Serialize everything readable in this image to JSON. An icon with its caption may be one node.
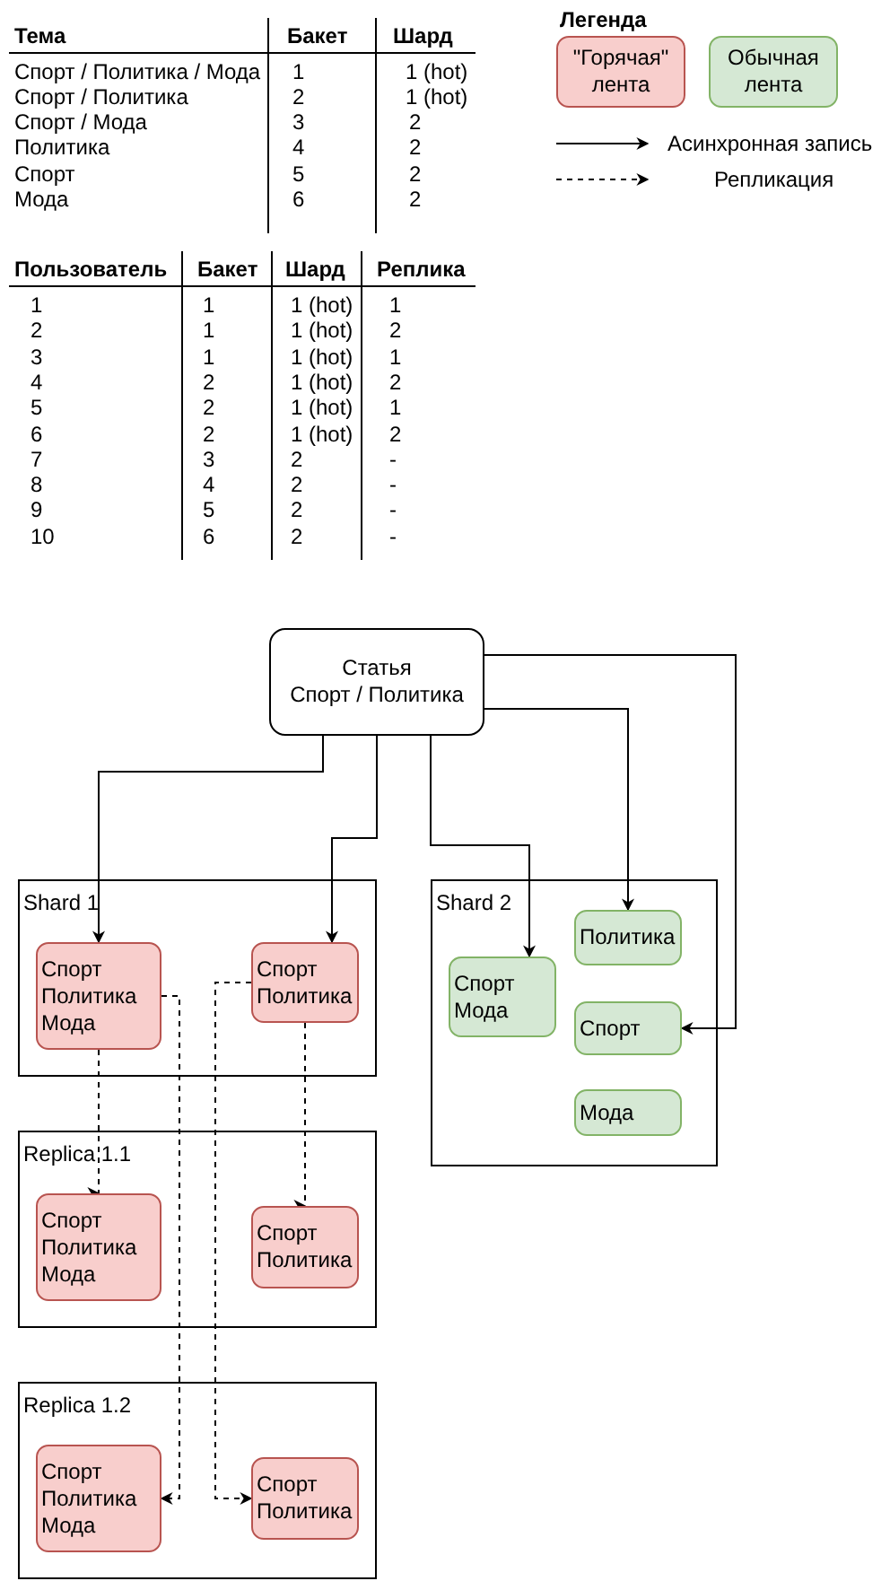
{
  "diagram": {
    "nodes": [
      {
        "text": [
          "Статья",
          "Спорт / Политика"
        ]
      },
      {
        "text": [
          "Shard 1"
        ]
      },
      {
        "text": [
          "Спорт Политика Мода"
        ],
        "in": 1
      },
      {
        "text": [
          "Спорт Политика"
        ],
        "in": 1
      },
      {
        "text": [
          "Shard 2"
        ]
      },
      {
        "text": [
          "Спорт Мода"
        ],
        "in": 4
      },
      {
        "text": [
          "Политика"
        ],
        "in": 4
      },
      {
        "text": [
          "Спорт"
        ],
        "in": 4
      },
      {
        "text": [
          "Мода"
        ],
        "in": 4
      },
      {
        "text": [
          "Replica 1.1"
        ]
      },
      {
        "text": [
          "Спорт Политика Мода"
        ],
        "in": 9
      },
      {
        "text": [
          "Спорт Политика"
        ],
        "in": 9
      },
      {
        "text": [
          "Replica 1.2"
        ]
      },
      {
        "text": [
          "Спорт Политика Мода"
        ],
        "in": 12
      },
      {
        "text": [
          "Спорт Политика"
        ],
        "in": 12
      }
    ],
    "edges": [
      {
        "from": 0,
        "to": 2,
        "arrow": "to"
      },
      {
        "from": 0,
        "to": 3,
        "arrow": "to"
      },
      {
        "from": 0,
        "to": 5,
        "arrow": "to"
      },
      {
        "from": 0,
        "to": 6,
        "arrow": "to"
      },
      {
        "from": 0,
        "to": 7,
        "arrow": "to"
      },
      {
        "from": 2,
        "to": 10,
        "arrow": "to",
        "style": "dashed"
      },
      {
        "from": 3,
        "to": 11,
        "arrow": "to",
        "style": "dashed"
      },
      {
        "from": 2,
        "to": 13,
        "arrow": "to",
        "style": "dashed"
      },
      {
        "from": 3,
        "to": 14,
        "arrow": "to",
        "style": "dashed"
      }
    ],
    "labels": [
      "Тема",
      "Бакет",
      "Шард",
      "Спорт / Политика / Мода",
      "1",
      "1 (hot)",
      "Спорт / Политика",
      "2",
      "1 (hot)",
      "Спорт / Мода",
      "3",
      "2",
      "Политика",
      "4",
      "2",
      "Спорт",
      "5",
      "2",
      "Мода",
      "6",
      "2",
      "Легенда",
      "Пользователь",
      "Бакет",
      "Шард",
      "Реплика",
      "1",
      "1",
      "1 (hot)",
      "1",
      "2",
      "1",
      "1 (hot)",
      "2",
      "3",
      "1",
      "1 (hot)",
      "1",
      "4",
      "2",
      "1 (hot)",
      "2",
      "5",
      "2",
      "1 (hot)",
      "1",
      "6",
      "2",
      "1 (hot)",
      "2",
      "7",
      "3",
      "2",
      "-",
      "8",
      "4",
      "2",
      "-",
      "9",
      "5",
      "2",
      "-",
      "10",
      "6",
      "2",
      "-"
    ],
    "legend": [
      {
        "text": "\"Горячая\" лента",
        "color": "#f8cecc"
      },
      {
        "text": "Обычная лента",
        "color": "#d5e8d4"
      },
      {
        "text": "Асинхронная запись"
      },
      {
        "text": "Репликация"
      }
    ]
  }
}
